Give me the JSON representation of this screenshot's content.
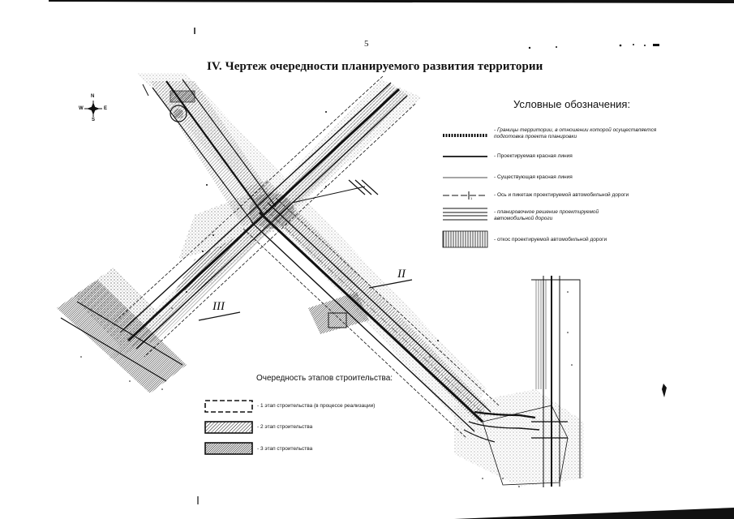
{
  "page": {
    "number": "5",
    "title": "IV. Чертеж очередности планируемого развития территории"
  },
  "compass": {
    "n": "N",
    "s": "S",
    "e": "E",
    "w": "W"
  },
  "legend": {
    "title": "Условные обозначения:",
    "items": [
      {
        "symbol": "dotted-thick-line",
        "label": "- Границы территории, в отношении которой осуществляется подготовка проекта планировки"
      },
      {
        "symbol": "thick-line",
        "label": "- Проектируемая красная линия"
      },
      {
        "symbol": "thin-line",
        "label": "- Существующая  красная линия"
      },
      {
        "symbol": "axis-dash-line",
        "label": "- Ось и пикетаж проектируемой автомобильной дороги"
      },
      {
        "symbol": "multi-line",
        "label": "- планировочное решение проектируемой автомобильной дороги"
      },
      {
        "symbol": "hatched-box",
        "label": "- откос проектируемой автомобильной дороги"
      }
    ]
  },
  "stages": {
    "title": "Очередность этапов строительства:",
    "items": [
      {
        "symbol": "dashed-box",
        "label": "- 1 этап строительства (в процессе реализации)"
      },
      {
        "symbol": "hatched-box-light",
        "label": "- 2 этап строительства"
      },
      {
        "symbol": "hatched-box-dense",
        "label": "- 3 этап строительства"
      }
    ]
  },
  "section_labels": {
    "ii": "II",
    "iii": "III"
  },
  "colors": {
    "ink": "#111111",
    "paper": "#ffffff",
    "gray": "#555555"
  }
}
